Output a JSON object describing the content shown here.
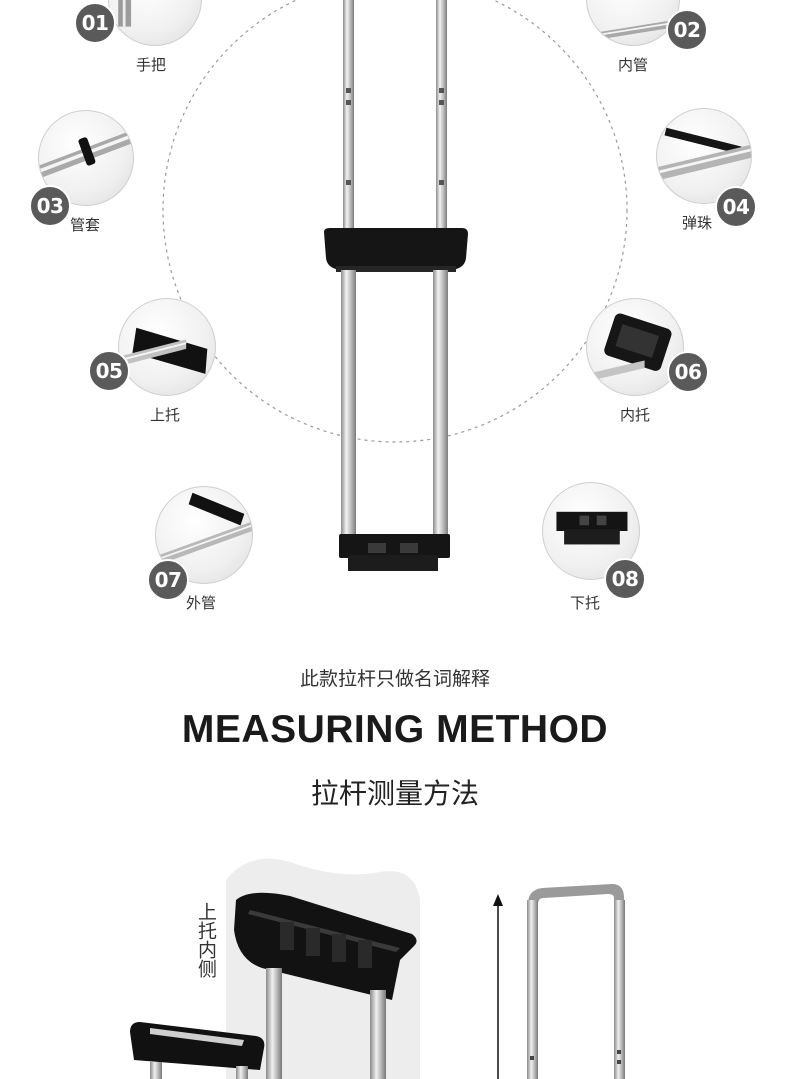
{
  "parts": [
    {
      "num": "01",
      "label": "手把"
    },
    {
      "num": "02",
      "label": "内管"
    },
    {
      "num": "03",
      "label": "管套"
    },
    {
      "num": "04",
      "label": "弹珠"
    },
    {
      "num": "05",
      "label": "上托"
    },
    {
      "num": "06",
      "label": "内托"
    },
    {
      "num": "07",
      "label": "外管"
    },
    {
      "num": "08",
      "label": "下托"
    }
  ],
  "note": "此款拉杆只做名词解释",
  "heading": "MEASURING METHOD",
  "subheading": "拉杆测量方法",
  "vertical_label": "上托内侧",
  "icons": [
    "trolley-handle-image",
    "upper-bracket-closeup-image",
    "trolley-frame-image",
    "measure-arrow-icon"
  ]
}
